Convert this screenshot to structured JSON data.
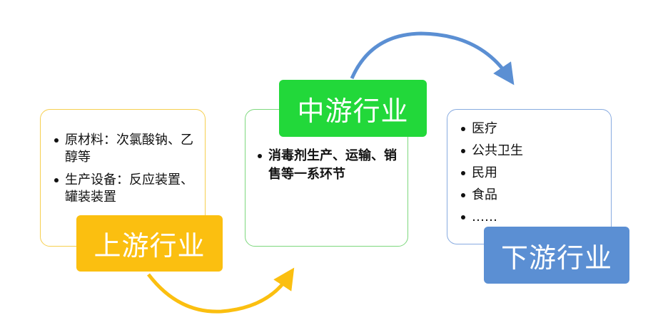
{
  "upstream": {
    "title": "上游行业",
    "items": [
      "原材料：次氯酸钠、乙醇等",
      "生产设备：反应装置、罐装装置"
    ]
  },
  "midstream": {
    "title": "中游行业",
    "items": [
      "消毒剂生产、运输、销售等一系环节"
    ]
  },
  "downstream": {
    "title": "下游行业",
    "items": [
      "医疗",
      "公共卫生",
      "民用",
      "食品",
      "……"
    ]
  },
  "colors": {
    "upstream": "#fbbf10",
    "midstream": "#22d83a",
    "downstream": "#5b8fd3",
    "upstream_border": "#f6cf4f",
    "midstream_border": "#7dd87d",
    "downstream_border": "#88abe0"
  }
}
